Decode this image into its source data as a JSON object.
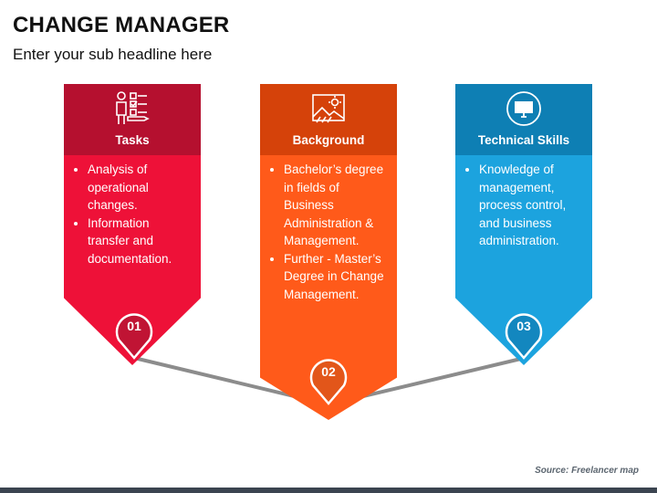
{
  "title": "CHANGE MANAGER",
  "subtitle": "Enter your sub headline here",
  "cards": [
    {
      "header": "Tasks",
      "number": "01",
      "icon": "tasks-checklist-icon",
      "header_color": "#b5102f",
      "body_color": "#ee1138",
      "pin_color": "#c01434",
      "bullets": [
        "Analysis of operational changes.",
        "Information transfer and documentation."
      ]
    },
    {
      "header": "Background",
      "number": "02",
      "icon": "image-landscape-icon",
      "header_color": "#d5420a",
      "body_color": "#ff5a1a",
      "pin_color": "#e2561a",
      "bullets": [
        "Bachelor’s degree in fields of Business Administration & Management.",
        "Further - Master’s Degree in Change Management."
      ]
    },
    {
      "header": "Technical Skills",
      "number": "03",
      "icon": "monitor-icon",
      "header_color": "#0e7fb4",
      "body_color": "#1ca3de",
      "pin_color": "#1387bf",
      "bullets": [
        "Knowledge of management, process control, and business administration."
      ]
    }
  ],
  "source": "Source: Freelancer map"
}
